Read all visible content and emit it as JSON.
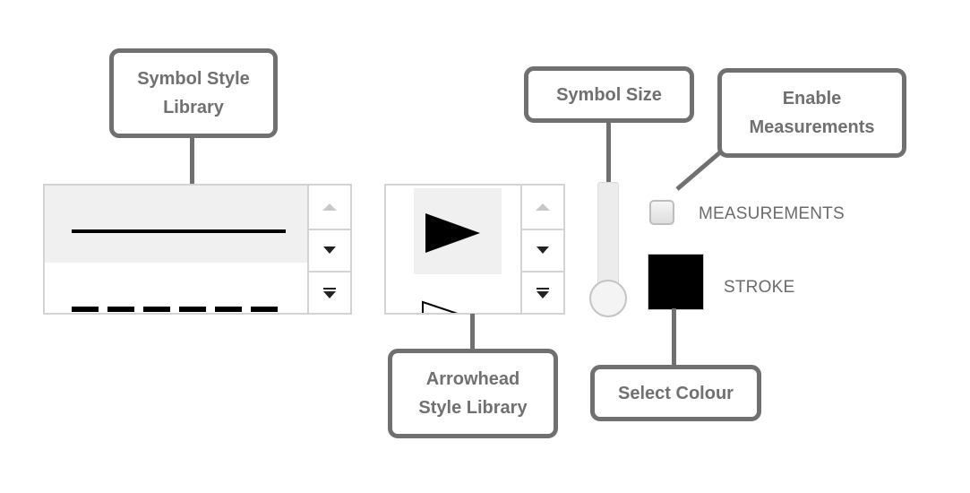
{
  "callouts": {
    "symbol_style_library": [
      "Symbol Style",
      "Library"
    ],
    "arrowhead_style_library": [
      "Arrowhead",
      "Style Library"
    ],
    "symbol_size": [
      "Symbol Size"
    ],
    "enable_measurements": [
      "Enable",
      "Measurements"
    ],
    "select_colour": [
      "Select Colour"
    ]
  },
  "controls": {
    "measurements_label": "MEASUREMENTS",
    "measurements_checked": false,
    "stroke_label": "STROKE",
    "stroke_color": "#000000",
    "symbol_size_value": 0
  },
  "line_styles": [
    "solid",
    "dashed"
  ],
  "arrowhead_styles": [
    "filled-triangle",
    "open-triangle"
  ],
  "colors": {
    "callout_border": "#707070",
    "gallery_border": "#d3d3d3",
    "selected_bg": "#f0f0f0"
  }
}
